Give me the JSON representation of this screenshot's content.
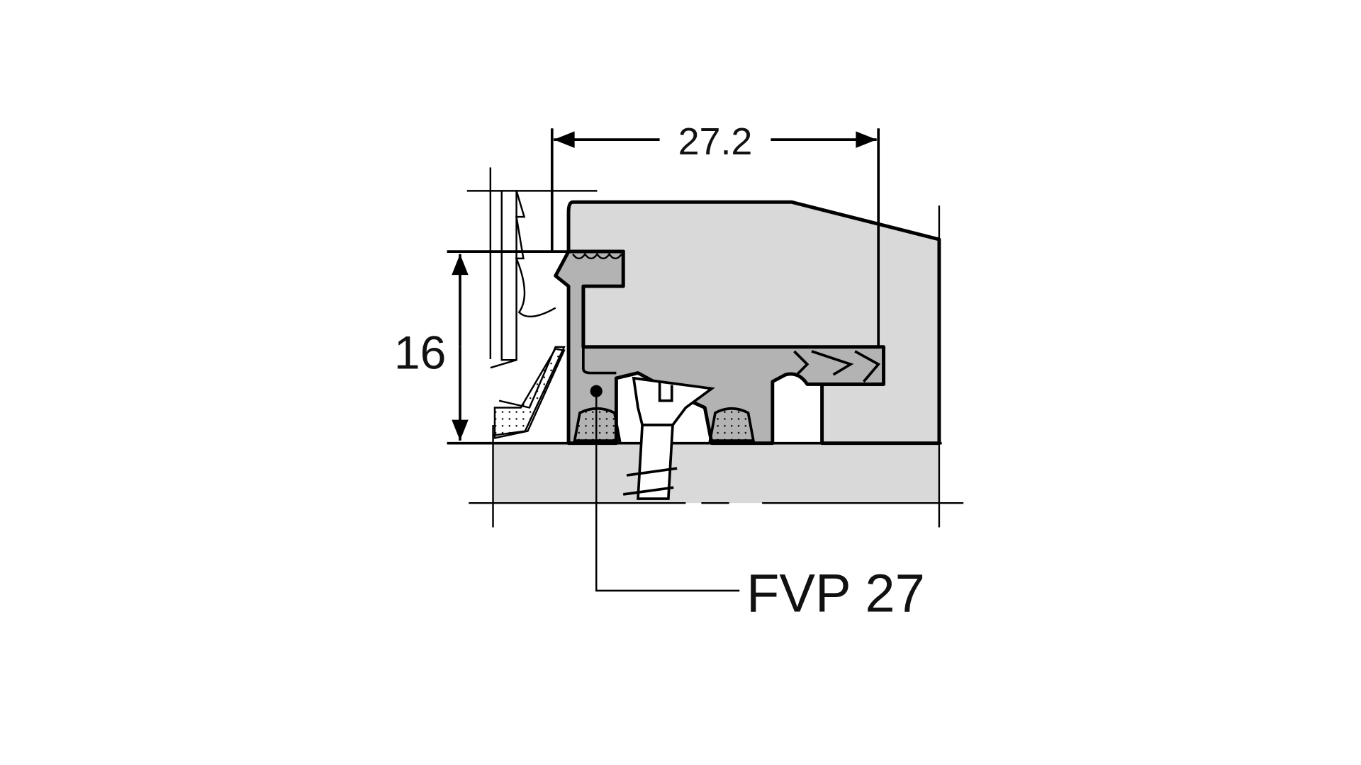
{
  "drawing": {
    "dimension_width": "27.2",
    "dimension_height": "16",
    "part_label": "FVP 27"
  },
  "colors": {
    "panel": "#d9d9d9",
    "profile": "#b3b3b3",
    "line": "#000000"
  }
}
